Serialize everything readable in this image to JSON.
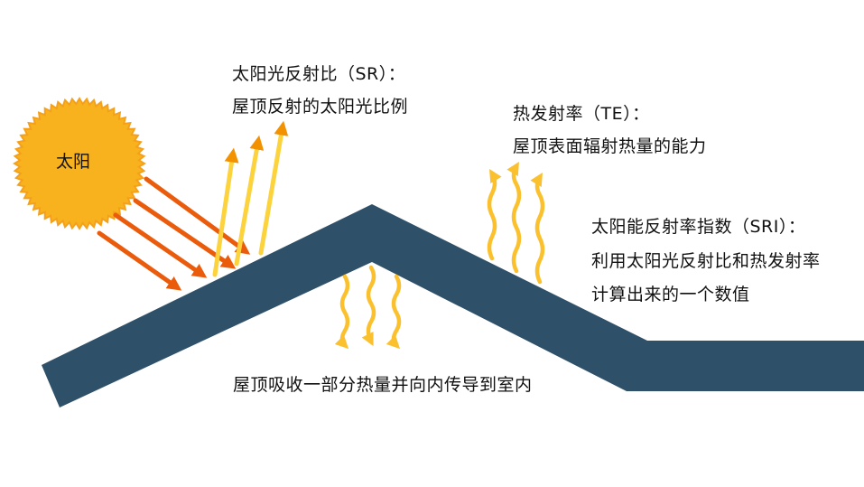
{
  "colors": {
    "roof": "#2f5069",
    "sun_fill": "#f7b21d",
    "sun_edge": "#f5a01a",
    "incoming_ray": "#ea5b0c",
    "reflected_ray_warm": "#f39200",
    "reflected_ray_light": "#fcd33c",
    "heat_wave": "#fbc02d",
    "text": "#111111"
  },
  "sun": {
    "label": "太阳",
    "icon": "sun-icon"
  },
  "labels": {
    "sr_line1": "太阳光反射比（SR）：",
    "sr_line2": "屋顶反射的太阳光比例",
    "te_line1": "热发射率（TE）：",
    "te_line2": "屋顶表面辐射热量的能力",
    "sri_line1": "太阳能反射率指数（SRI）：",
    "sri_line2": "利用太阳光反射比和热发射率",
    "sri_line3": "计算出来的一个数值",
    "absorb": "屋顶吸收一部分热量并向内传导到室内"
  }
}
